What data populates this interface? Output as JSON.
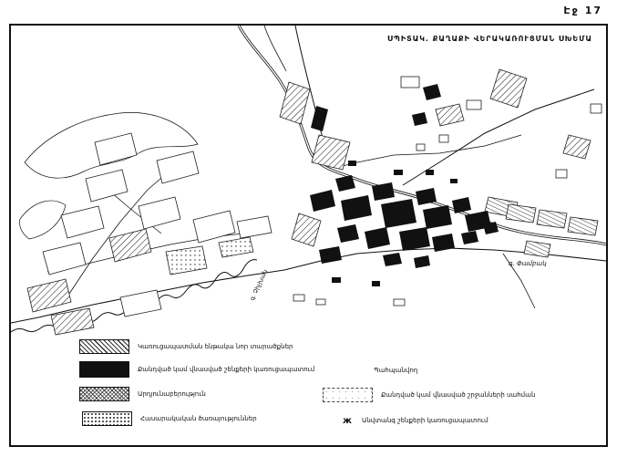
{
  "page": {
    "page_label": "Էջ 17"
  },
  "map": {
    "title": "ՍՊԻՏԱԿ. ՔԱՂԱՔԻ ՎԵՐԱԿԱՌՈՒՑՄԱՆ ՍԽԵՄԱ",
    "labels": {
      "river_main": "գ. Փամբակ",
      "river_left": "գ. Չիչխան"
    }
  },
  "legend": {
    "left": [
      {
        "swatch": "hatch-diagonal-swatch",
        "label": "Կառուցապատման ենթակա նոր տարածքներ"
      },
      {
        "swatch": "solid-black-swatch",
        "label": "Քանդված կամ վնասված շենքերի կառուցապատում"
      },
      {
        "swatch": "hatch-dense-swatch",
        "label": "Արդյունաբերություն"
      },
      {
        "swatch": "dots-swatch",
        "label": "Հասարակական ծառայություններ"
      }
    ],
    "right": [
      {
        "swatch": "none",
        "label": "Պահպանվող"
      },
      {
        "swatch": "dashed-outline-swatch",
        "label": "Քանդված կամ վնասված շրջանների սահման"
      },
      {
        "swatch": "point-symbol",
        "symbol": "ж",
        "label": "Անվտանգ շենքերի կառուցապատում"
      }
    ]
  },
  "colors": {
    "ink": "#111111",
    "paper": "#ffffff"
  }
}
